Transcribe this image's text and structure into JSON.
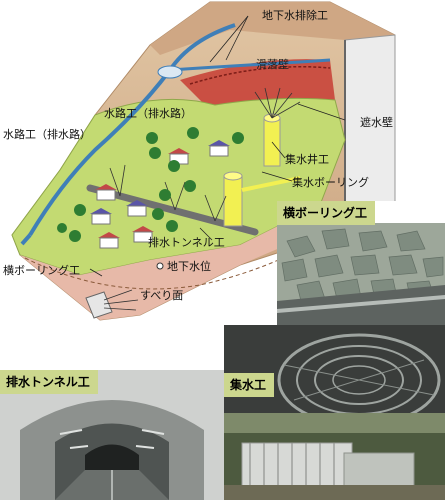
{
  "diagram": {
    "labels": {
      "drainage_work": "地下水排除工",
      "landslide_scarp": "滑落壁",
      "waterway_inner": "水路工（排水路）",
      "waterway_outer": "水路工（排水路）",
      "cutoff_wall": "遮水壁",
      "collecting_well": "集水井工",
      "collecting_boring": "集水ボーリング",
      "drain_tunnel": "排水トンネル工",
      "groundwater_level": "地下水位",
      "horizontal_boring": "横ボーリング工",
      "slip_surface": "すべり面"
    }
  },
  "photos": {
    "horizontal_boring": "横ボーリング工",
    "drain_tunnel": "排水トンネル工",
    "water_collection": "集水工"
  },
  "colors": {
    "slope_green": "#c3da72",
    "soil": "#d6b896",
    "scarp_red": "#c8443a",
    "well_yellow": "#f2f052",
    "tag_bg": "#ccd78e"
  }
}
